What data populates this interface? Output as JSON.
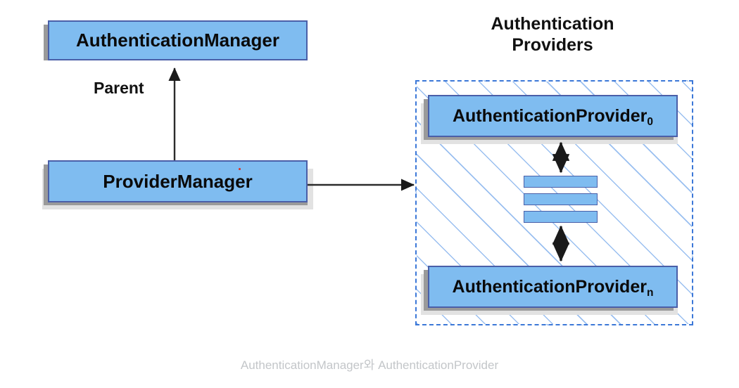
{
  "diagram": {
    "background_color": "#ffffff",
    "node_fill": "#7fbcf0",
    "node_border": "#4a5fa8",
    "panel_border": "#3c78d8",
    "caption_color": "#c3c6c9",
    "title": {
      "line1": "Authentication",
      "line2": "Providers"
    },
    "nodes": {
      "authentication_manager": {
        "label": "AuthenticationManager"
      },
      "provider_manager": {
        "label": "ProviderManager"
      },
      "provider_first": {
        "label": "AuthenticationProvider",
        "subscript": "0"
      },
      "provider_last": {
        "label": "AuthenticationProvider",
        "subscript": "n"
      }
    },
    "edges": {
      "parent_label": "Parent"
    },
    "ellipsis": {
      "bar_count": 3
    },
    "caption": "AuthenticationManager와 AuthenticationProvider"
  }
}
